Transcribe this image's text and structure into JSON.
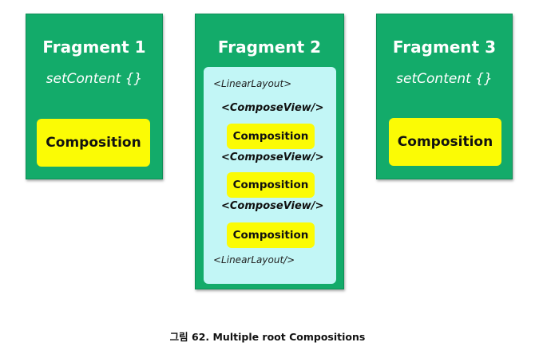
{
  "colors": {
    "fragment_green": "#13ab6a",
    "composition_yellow": "#fbfb05",
    "panel_cyan": "#c2f6f6"
  },
  "fragments": [
    {
      "title": "Fragment 1",
      "subtitle": "setContent {}",
      "composition": "Composition"
    },
    {
      "title": "Fragment 2",
      "layout_open": "<LinearLayout>",
      "layout_close": "<LinearLayout/>",
      "compose_views": [
        {
          "tag": "<ComposeView/>",
          "composition": "Composition"
        },
        {
          "tag": "<ComposeView/>",
          "composition": "Composition"
        },
        {
          "tag": "<ComposeView/>",
          "composition": "Composition"
        }
      ]
    },
    {
      "title": "Fragment 3",
      "subtitle": "setContent {}",
      "composition": "Composition"
    }
  ],
  "caption": "그림 62. Multiple root Compositions"
}
